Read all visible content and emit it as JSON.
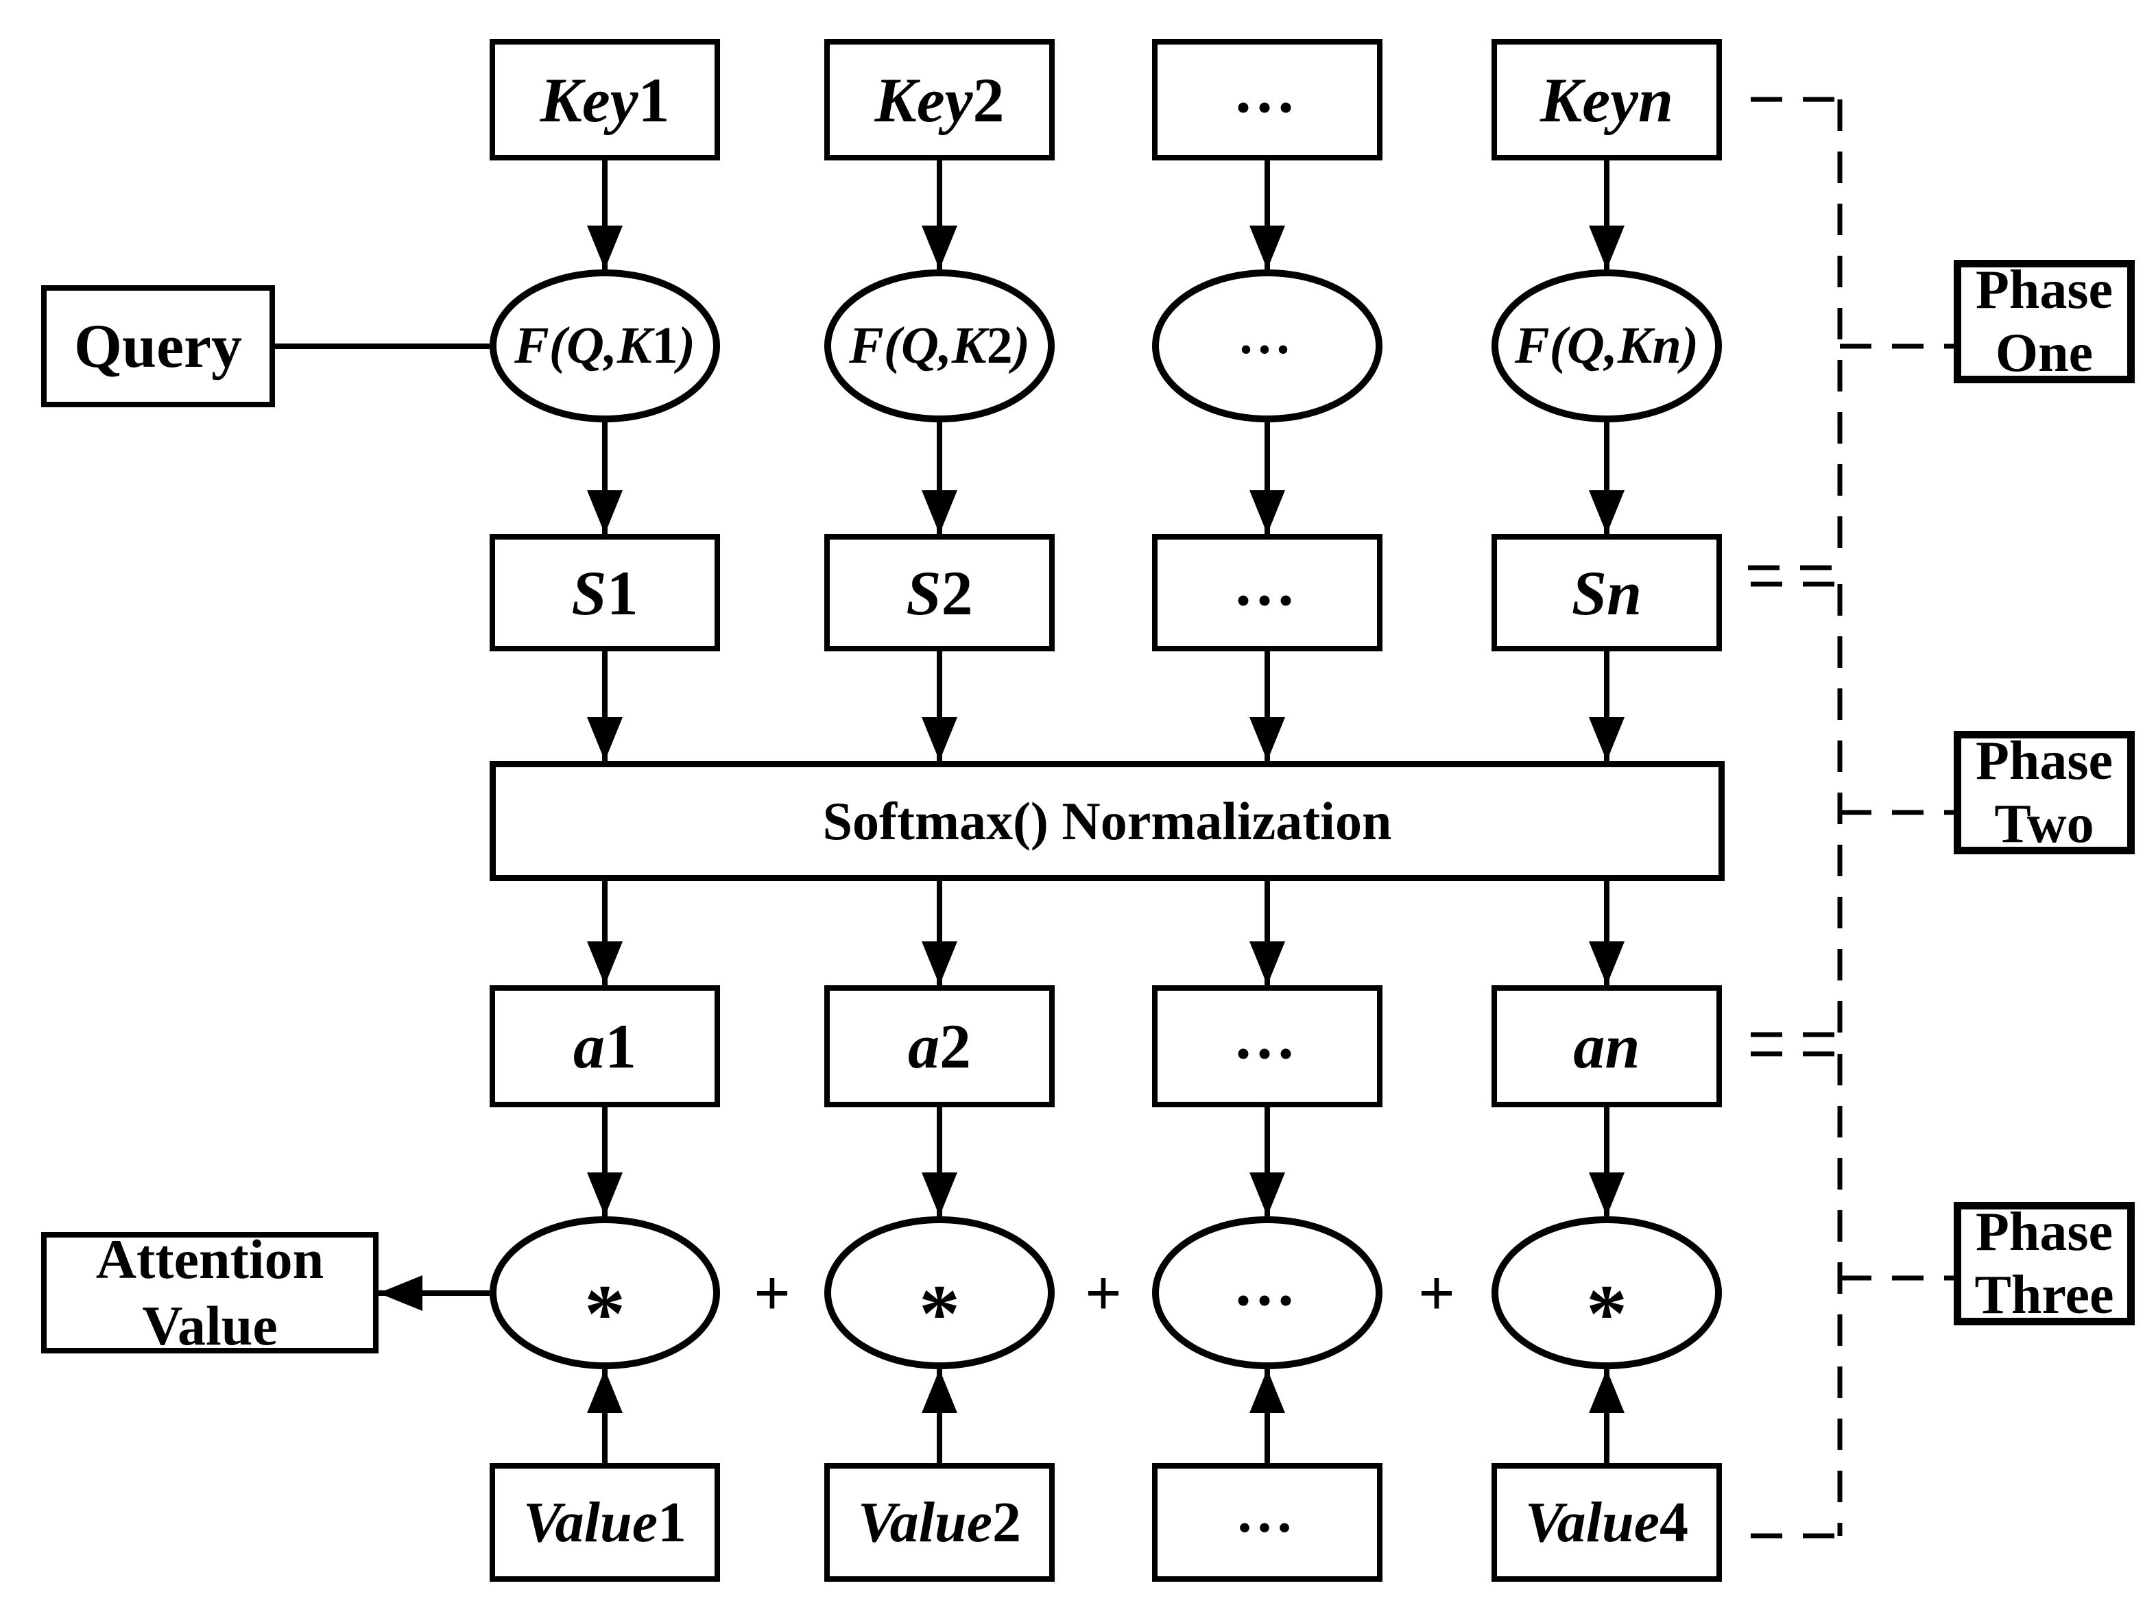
{
  "figure": {
    "background": "#ffffff",
    "line_color": "#000000"
  },
  "query": {
    "label": "Query"
  },
  "attention": {
    "label": "Attention Value"
  },
  "softmax": {
    "label": "Softmax() Normalization"
  },
  "plus": "+",
  "phases": [
    {
      "label": "Phase One"
    },
    {
      "label": "Phase Two"
    },
    {
      "label": "Phase Three"
    }
  ],
  "columns": [
    {
      "key": [
        {
          "t": "Key",
          "i": true
        },
        {
          "t": "1",
          "i": false
        }
      ],
      "f": [
        {
          "t": "F(Q,K",
          "i": true
        },
        {
          "t": "1",
          "i": false
        },
        {
          "t": ")",
          "i": true
        }
      ],
      "s": [
        {
          "t": "S",
          "i": true
        },
        {
          "t": "1",
          "i": false
        }
      ],
      "a": [
        {
          "t": "a",
          "i": true
        },
        {
          "t": "1",
          "i": false
        }
      ],
      "op": [
        {
          "t": "*",
          "i": false
        }
      ],
      "value": [
        {
          "t": "Value",
          "i": true
        },
        {
          "t": "1",
          "i": false
        }
      ]
    },
    {
      "key": [
        {
          "t": "Key",
          "i": true
        },
        {
          "t": "2",
          "i": false
        }
      ],
      "f": [
        {
          "t": "F(Q,K",
          "i": true
        },
        {
          "t": "2",
          "i": false
        },
        {
          "t": ")",
          "i": true
        }
      ],
      "s": [
        {
          "t": "S",
          "i": true
        },
        {
          "t": "2",
          "i": false
        }
      ],
      "a": [
        {
          "t": "a",
          "i": true
        },
        {
          "t": "2",
          "i": false
        }
      ],
      "op": [
        {
          "t": "*",
          "i": false
        }
      ],
      "value": [
        {
          "t": "Value",
          "i": true
        },
        {
          "t": "2",
          "i": false
        }
      ]
    },
    {
      "key": [
        {
          "t": "...",
          "i": false
        }
      ],
      "f": [
        {
          "t": "...",
          "i": false
        }
      ],
      "s": [
        {
          "t": "...",
          "i": false
        }
      ],
      "a": [
        {
          "t": "...",
          "i": false
        }
      ],
      "op": [
        {
          "t": "...",
          "i": false
        }
      ],
      "value": [
        {
          "t": "...",
          "i": false
        }
      ]
    },
    {
      "key": [
        {
          "t": "Keyn",
          "i": true
        }
      ],
      "f": [
        {
          "t": "F(Q,Kn)",
          "i": true
        }
      ],
      "s": [
        {
          "t": "Sn",
          "i": true
        }
      ],
      "a": [
        {
          "t": "an",
          "i": true
        }
      ],
      "op": [
        {
          "t": "*",
          "i": false
        }
      ],
      "value": [
        {
          "t": "Value",
          "i": true
        },
        {
          "t": "4",
          "i": false
        }
      ]
    }
  ]
}
